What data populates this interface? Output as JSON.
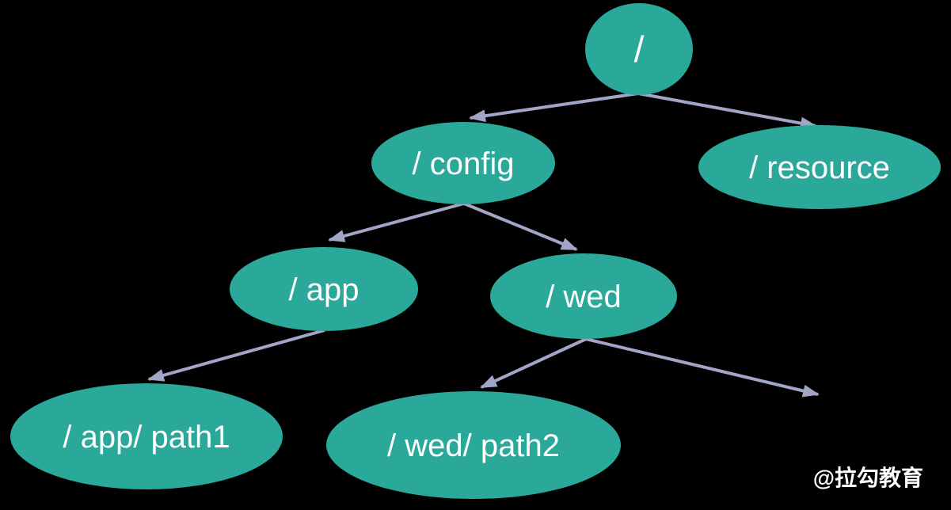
{
  "diagram": {
    "type": "tree",
    "description": "Path routing tree diagram",
    "nodes": {
      "root": {
        "label": "/"
      },
      "config": {
        "label": "/ config"
      },
      "resource": {
        "label": "/ resource"
      },
      "app": {
        "label": "/ app"
      },
      "wed": {
        "label": "/ wed"
      },
      "app_path1": {
        "label": "/ app/ path1"
      },
      "wed_path2": {
        "label": "/ wed/ path2"
      }
    },
    "edges": [
      {
        "from": "root",
        "to": "config"
      },
      {
        "from": "root",
        "to": "resource"
      },
      {
        "from": "config",
        "to": "app"
      },
      {
        "from": "config",
        "to": "wed"
      },
      {
        "from": "app",
        "to": "app_path1"
      },
      {
        "from": "wed",
        "to": "wed_path2"
      },
      {
        "from": "wed",
        "to": "offscreen-right"
      }
    ]
  },
  "watermark": "@拉勾教育",
  "colors": {
    "background": "#000000",
    "node_fill": "#2aa89a",
    "node_text": "#ffffff",
    "arrow": "#a1a6c6"
  }
}
